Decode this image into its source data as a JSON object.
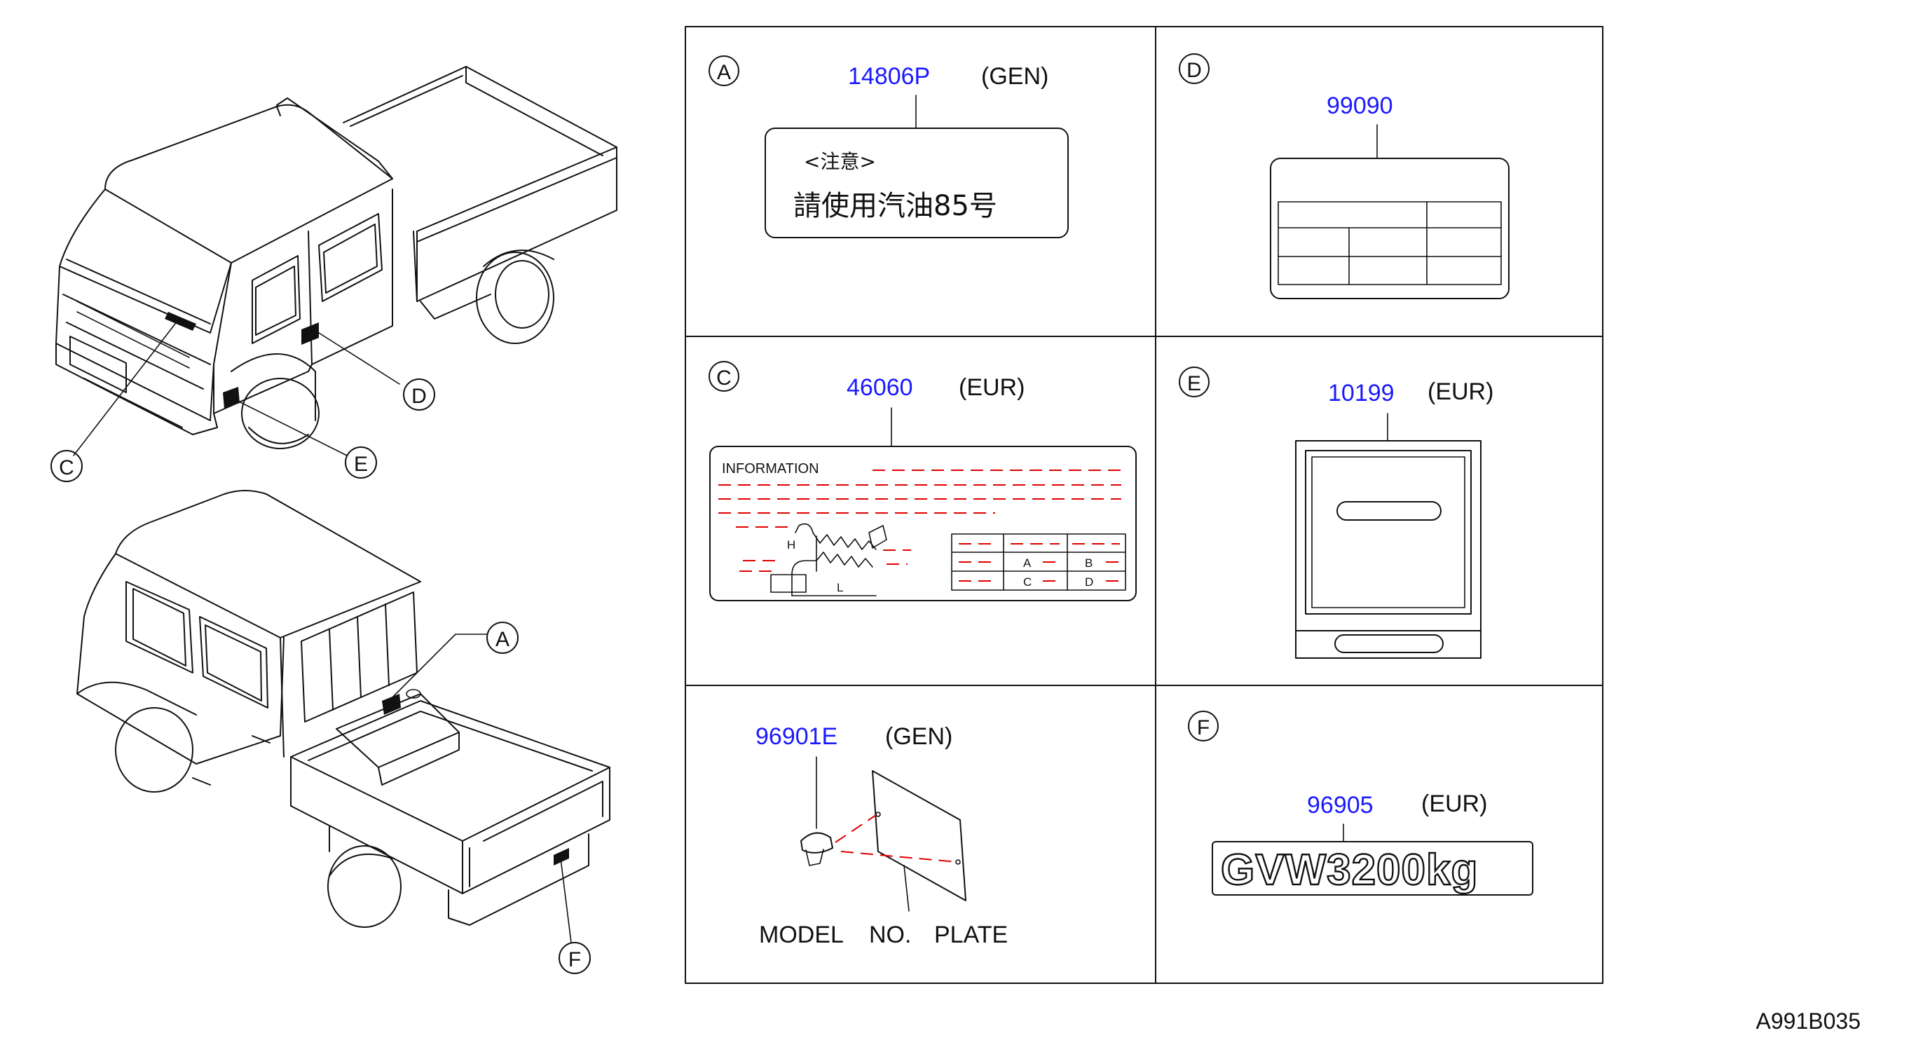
{
  "drawing_id": "A991B035",
  "callouts": {
    "c": "C",
    "d": "D",
    "e": "E",
    "a": "A",
    "f": "F"
  },
  "panels": {
    "a": {
      "letter": "A",
      "part_no": "14806P",
      "region": "(GEN)",
      "label_line1": "<注意>",
      "label_line2": "請使用汽油85号"
    },
    "d": {
      "letter": "D",
      "part_no": "99090"
    },
    "c": {
      "letter": "C",
      "part_no": "46060",
      "region": "(EUR)",
      "label_title": "INFORMATION",
      "diagram_labels": {
        "h": "H",
        "l": "L"
      },
      "table": {
        "a": "A",
        "b": "B",
        "c": "C",
        "d": "D"
      }
    },
    "e": {
      "letter": "E",
      "part_no": "10199",
      "region": "(EUR)"
    },
    "model": {
      "part_no": "96901E",
      "region": "(GEN)",
      "caption_1": "MODEL",
      "caption_2": "NO.",
      "caption_3": "PLATE"
    },
    "f": {
      "letter": "F",
      "part_no": "96905",
      "region": "(EUR)",
      "badge_text": "GVW3200kg"
    }
  },
  "colors": {
    "part_number": "#1a1aff",
    "dashed_lines": "#e00000",
    "ink": "#111111"
  }
}
